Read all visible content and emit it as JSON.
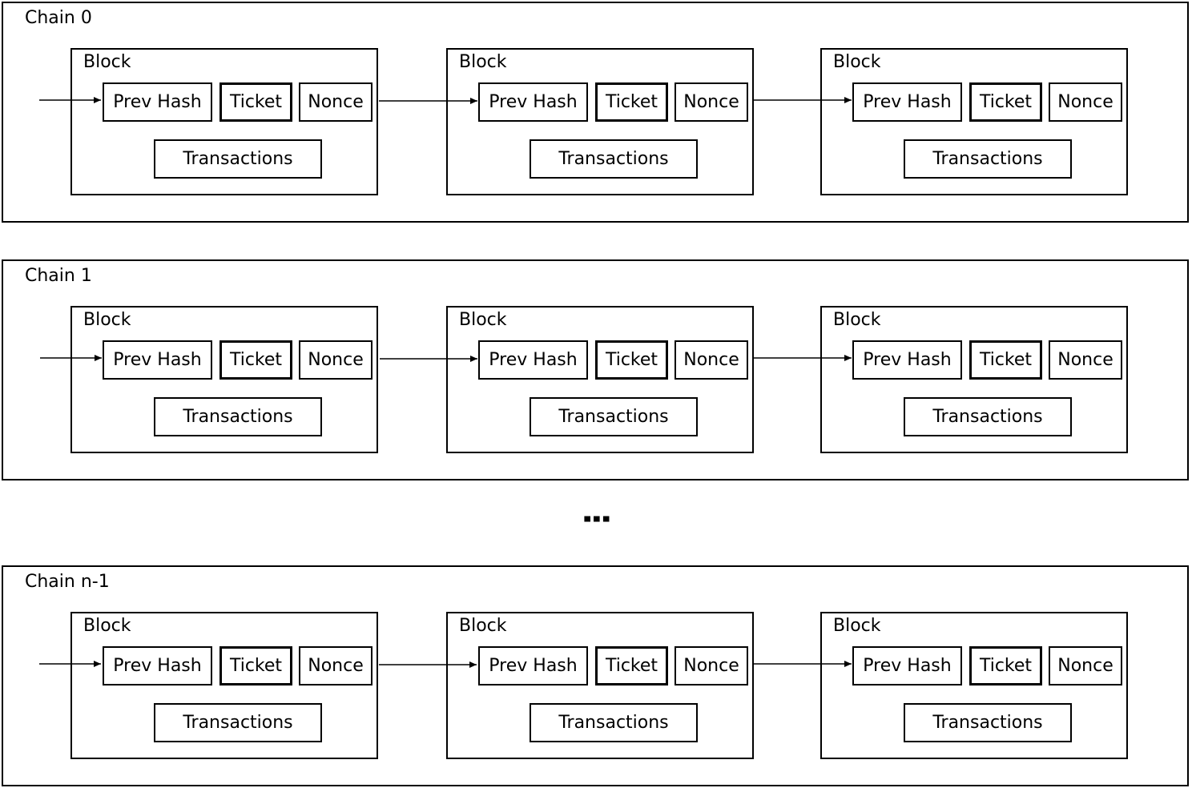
{
  "chains": [
    {
      "title": "Chain 0",
      "blocks": [
        {
          "title": "Block",
          "prev_hash": "Prev Hash",
          "ticket": "Ticket",
          "nonce": "Nonce",
          "transactions": "Transactions"
        },
        {
          "title": "Block",
          "prev_hash": "Prev Hash",
          "ticket": "Ticket",
          "nonce": "Nonce",
          "transactions": "Transactions"
        },
        {
          "title": "Block",
          "prev_hash": "Prev Hash",
          "ticket": "Ticket",
          "nonce": "Nonce",
          "transactions": "Transactions"
        }
      ]
    },
    {
      "title": "Chain 1",
      "blocks": [
        {
          "title": "Block",
          "prev_hash": "Prev Hash",
          "ticket": "Ticket",
          "nonce": "Nonce",
          "transactions": "Transactions"
        },
        {
          "title": "Block",
          "prev_hash": "Prev Hash",
          "ticket": "Ticket",
          "nonce": "Nonce",
          "transactions": "Transactions"
        },
        {
          "title": "Block",
          "prev_hash": "Prev Hash",
          "ticket": "Ticket",
          "nonce": "Nonce",
          "transactions": "Transactions"
        }
      ]
    },
    {
      "title": "Chain n-1",
      "blocks": [
        {
          "title": "Block",
          "prev_hash": "Prev Hash",
          "ticket": "Ticket",
          "nonce": "Nonce",
          "transactions": "Transactions"
        },
        {
          "title": "Block",
          "prev_hash": "Prev Hash",
          "ticket": "Ticket",
          "nonce": "Nonce",
          "transactions": "Transactions"
        },
        {
          "title": "Block",
          "prev_hash": "Prev Hash",
          "ticket": "Ticket",
          "nonce": "Nonce",
          "transactions": "Transactions"
        }
      ]
    }
  ],
  "ellipsis": "⋮"
}
